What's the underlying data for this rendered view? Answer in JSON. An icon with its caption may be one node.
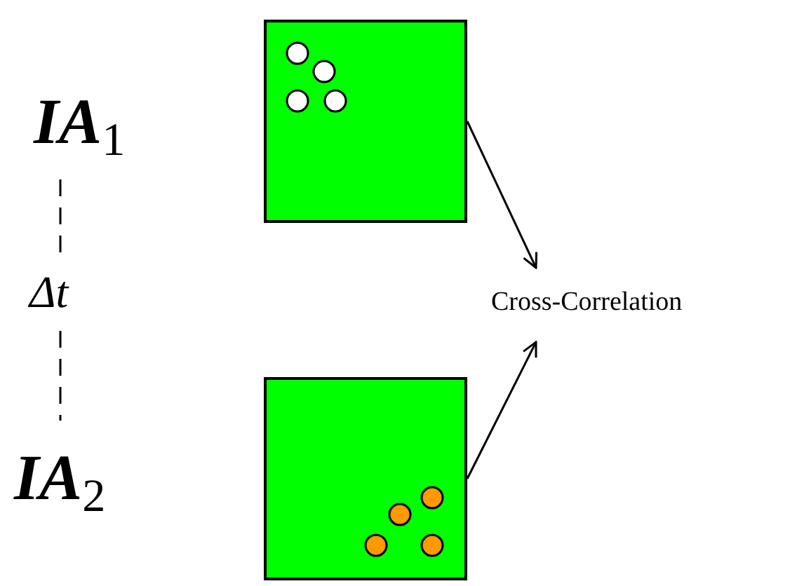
{
  "diagram": {
    "nodes": [
      {
        "text": [],
        "shape": "box"
      },
      {
        "text": [],
        "shape": "box"
      },
      {
        "text": [
          "Cross-Correlation"
        ]
      }
    ],
    "edges": [
      {
        "from": 0,
        "to": 2,
        "arrow": "to"
      },
      {
        "from": 1,
        "to": 2,
        "arrow": "to"
      }
    ],
    "labels": [
      "IA$_{1}$",
      "Δt",
      "IA$_{2}$"
    ]
  }
}
